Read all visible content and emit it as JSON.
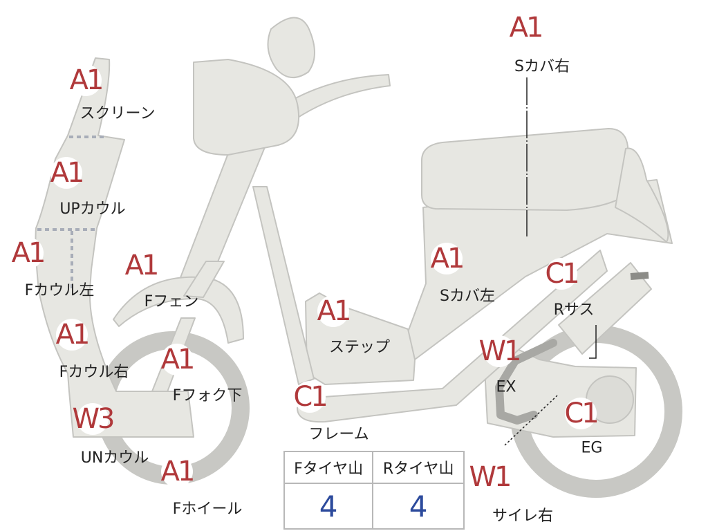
{
  "colors": {
    "body_fill": "#e7e7e2",
    "outline": "#c4c4c0",
    "grade_text": "#b0393b",
    "table_value": "#2c4a9c"
  },
  "parts": [
    {
      "id": "screen",
      "grade": "A1",
      "label": "スクリーン"
    },
    {
      "id": "up-cowl",
      "grade": "A1",
      "label": "UPカウル"
    },
    {
      "id": "f-cowl-left",
      "grade": "A1",
      "label": "Fカウル左"
    },
    {
      "id": "f-cowl-right",
      "grade": "A1",
      "label": "Fカウル右"
    },
    {
      "id": "un-cowl",
      "grade": "W3",
      "label": "UNカウル"
    },
    {
      "id": "f-fender",
      "grade": "A1",
      "label": "Fフェン"
    },
    {
      "id": "f-fork-lower",
      "grade": "A1",
      "label": "Fフォク下"
    },
    {
      "id": "f-wheel",
      "grade": "A1",
      "label": "Fホイール"
    },
    {
      "id": "step",
      "grade": "A1",
      "label": "ステップ"
    },
    {
      "id": "frame",
      "grade": "C1",
      "label": "フレーム"
    },
    {
      "id": "s-cover-left",
      "grade": "A1",
      "label": "Sカバ左"
    },
    {
      "id": "s-cover-right",
      "grade": "A1",
      "label": "Sカバ右"
    },
    {
      "id": "r-sus",
      "grade": "C1",
      "label": "Rサス"
    },
    {
      "id": "ex",
      "grade": "W1",
      "label": "EX"
    },
    {
      "id": "eg",
      "grade": "C1",
      "label": "EG"
    },
    {
      "id": "silencer-right",
      "grade": "W1",
      "label": "サイレ右"
    }
  ],
  "tire_table": {
    "headers": [
      "Fタイヤ山",
      "Rタイヤ山"
    ],
    "values": [
      "4",
      "4"
    ]
  }
}
